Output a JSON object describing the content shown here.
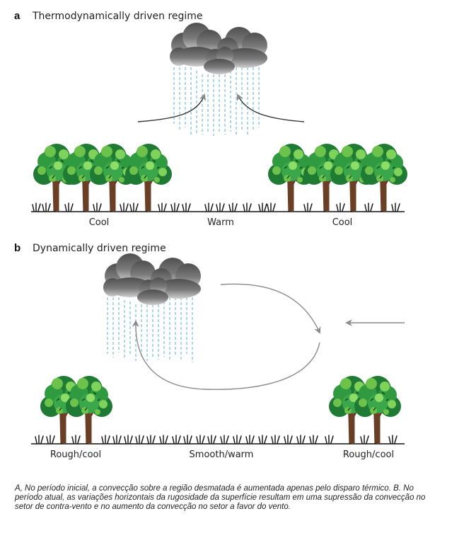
{
  "panels": [
    {
      "letter": "a",
      "title": "Thermodynamically driven regime",
      "labels": [
        "Cool",
        "Warm",
        "Cool"
      ]
    },
    {
      "letter": "b",
      "title": "Dynamically driven regime",
      "labels": [
        "Rough/cool",
        "Smooth/warm",
        "Rough/cool"
      ]
    }
  ],
  "caption": "A, No período inicial, a convecção sobre a região desmatada é aumentada apenas pelo disparo térmico. B. No período atual, as variações horizontais da rugosidade da superfície resultam em uma supressão da convecção no setor de contra-vento e no aumento da convecção no setor a favor do vento.",
  "colors": {
    "cloud_dark": "#5a5a5a",
    "cloud_light": "#bdbdbd",
    "rain": "#7fc4dc",
    "tree_dark": "#1f7a33",
    "tree_light": "#6cc24a",
    "trunk": "#6b3e26",
    "grass": "#1a1a1a",
    "arrow_gray": "#8a8a8a"
  }
}
